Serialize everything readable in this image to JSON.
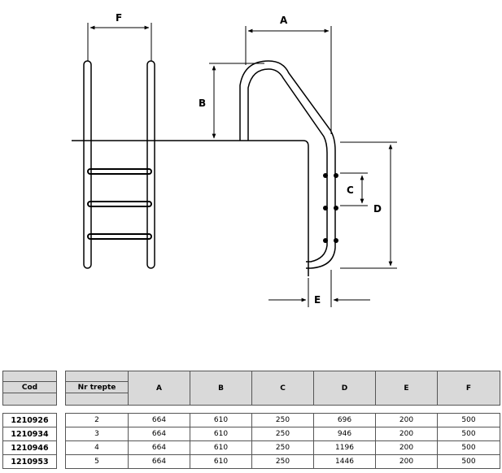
{
  "diagram": {
    "labels": {
      "a": "A",
      "b": "B",
      "c": "C",
      "d": "D",
      "e": "E",
      "f": "F"
    }
  },
  "table": {
    "code_header": "Cod",
    "steps_header": "Nr trepte",
    "columns": [
      "A",
      "B",
      "C",
      "D",
      "E",
      "F"
    ],
    "rows": [
      {
        "code": "1210926",
        "steps": "2",
        "a": "664",
        "b": "610",
        "c": "250",
        "d": "696",
        "e": "200",
        "f": "500"
      },
      {
        "code": "1210934",
        "steps": "3",
        "a": "664",
        "b": "610",
        "c": "250",
        "d": "946",
        "e": "200",
        "f": "500"
      },
      {
        "code": "1210946",
        "steps": "4",
        "a": "664",
        "b": "610",
        "c": "250",
        "d": "1196",
        "e": "200",
        "f": "500"
      },
      {
        "code": "1210953",
        "steps": "5",
        "a": "664",
        "b": "610",
        "c": "250",
        "d": "1446",
        "e": "200",
        "f": "500"
      }
    ]
  }
}
